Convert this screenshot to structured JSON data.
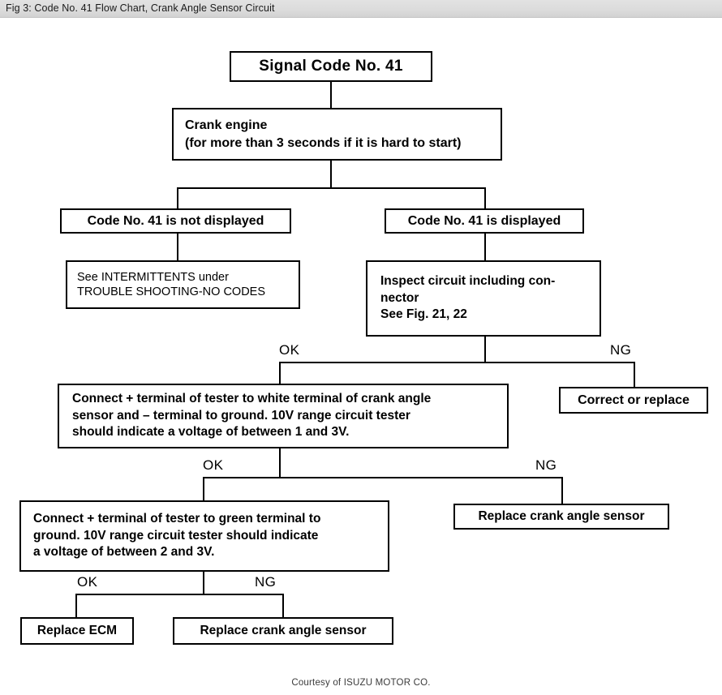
{
  "caption": {
    "text": "Fig 3: Code No. 41 Flow Chart, Crank Angle Sensor Circuit"
  },
  "footer": {
    "text": "Courtesy of ISUZU MOTOR CO."
  },
  "colors": {
    "ink": "#000000",
    "paper": "#ffffff",
    "caption_bar": "#dcdcdc"
  },
  "chart_data": {
    "type": "flowchart",
    "title": "Code No. 41 Flow Chart, Crank Angle Sensor Circuit",
    "nodes": [
      {
        "id": "start",
        "label": "Signal Code No. 41"
      },
      {
        "id": "crank",
        "label": "Crank engine\n(for more than 3 seconds if it is hard to start)"
      },
      {
        "id": "not_disp",
        "label": "Code No. 41 is not displayed"
      },
      {
        "id": "disp",
        "label": "Code No. 41 is displayed"
      },
      {
        "id": "intermittent",
        "label": "See INTERMITTENTS under\nTROUBLE SHOOTING-NO CODES"
      },
      {
        "id": "inspect",
        "label": "Inspect circuit including con-\nnector\nSee Fig. 21, 22"
      },
      {
        "id": "correct",
        "label": "Correct or replace"
      },
      {
        "id": "white_term",
        "label": "Connect + terminal of tester to white terminal of crank angle\nsensor and – terminal to ground.   10V range circuit tester\nshould indicate a voltage of between 1 and 3V."
      },
      {
        "id": "replace_cas1",
        "label": "Replace crank angle sensor"
      },
      {
        "id": "green_term",
        "label": "Connect + terminal of tester to green terminal to\nground.   10V range circuit tester should indicate\na voltage of between 2 and 3V."
      },
      {
        "id": "replace_ecm",
        "label": "Replace ECM"
      },
      {
        "id": "replace_cas2",
        "label": "Replace crank angle sensor"
      }
    ],
    "branch_labels": [
      {
        "id": "ok1",
        "label": "OK"
      },
      {
        "id": "ng1",
        "label": "NG"
      },
      {
        "id": "ok2",
        "label": "OK"
      },
      {
        "id": "ng2",
        "label": "NG"
      },
      {
        "id": "ok3",
        "label": "OK"
      },
      {
        "id": "ng3",
        "label": "NG"
      }
    ],
    "edges": [
      {
        "from": "start",
        "to": "crank",
        "label": ""
      },
      {
        "from": "crank",
        "to": "not_disp",
        "label": ""
      },
      {
        "from": "crank",
        "to": "disp",
        "label": ""
      },
      {
        "from": "not_disp",
        "to": "intermittent",
        "label": ""
      },
      {
        "from": "disp",
        "to": "inspect",
        "label": ""
      },
      {
        "from": "inspect",
        "to": "white_term",
        "label": "OK"
      },
      {
        "from": "inspect",
        "to": "correct",
        "label": "NG"
      },
      {
        "from": "white_term",
        "to": "green_term",
        "label": "OK"
      },
      {
        "from": "white_term",
        "to": "replace_cas1",
        "label": "NG"
      },
      {
        "from": "green_term",
        "to": "replace_ecm",
        "label": "OK"
      },
      {
        "from": "green_term",
        "to": "replace_cas2",
        "label": "NG"
      }
    ]
  }
}
